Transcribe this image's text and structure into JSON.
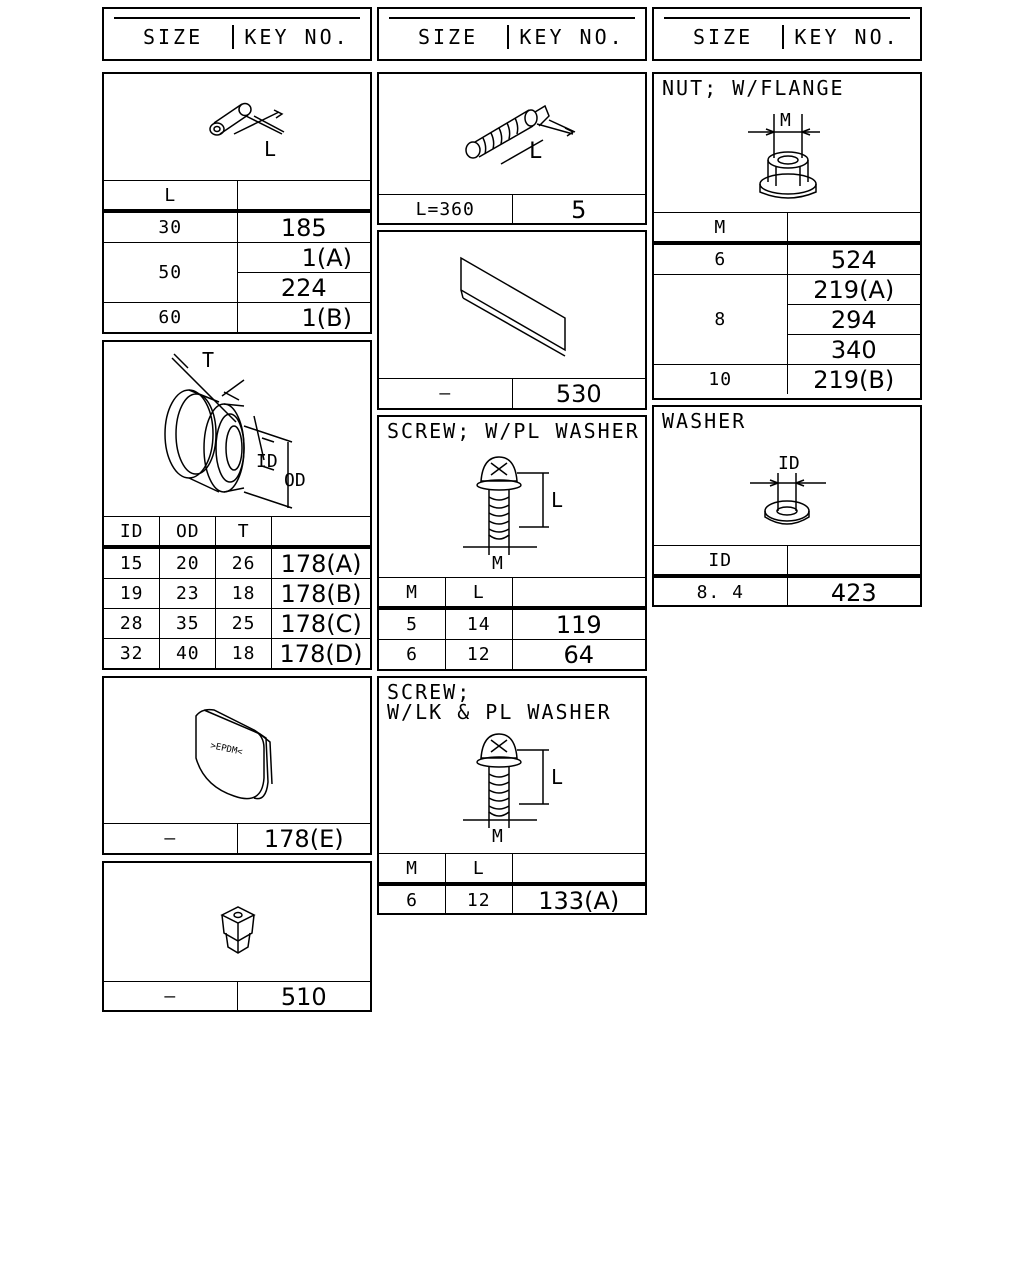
{
  "headers": {
    "col1": {
      "size": "SIZE",
      "key": "KEY NO."
    },
    "col2": {
      "size": "SIZE",
      "key": "KEY NO."
    },
    "col3": {
      "size": "SIZE",
      "key": "KEY NO."
    }
  },
  "spacer": {
    "dim_label": "L",
    "col_header": "L",
    "rows": [
      {
        "l": "30",
        "key": "185"
      },
      {
        "l": "50",
        "key": "1(A)"
      },
      {
        "l": "",
        "key": "224"
      },
      {
        "l": "60",
        "key": "1(B)"
      }
    ]
  },
  "grommet": {
    "dims": {
      "t": "T",
      "id": "ID",
      "od": "OD"
    },
    "headers": [
      "ID",
      "OD",
      "T",
      ""
    ],
    "rows": [
      [
        "15",
        "20",
        "26",
        "178(A)"
      ],
      [
        "19",
        "23",
        "18",
        "178(B)"
      ],
      [
        "28",
        "35",
        "25",
        "178(C)"
      ],
      [
        "32",
        "40",
        "18",
        "178(D)"
      ]
    ]
  },
  "cap": {
    "marking": ">EPDM<",
    "size": "–",
    "key": "178(E)"
  },
  "clip": {
    "size": "–",
    "key": "510"
  },
  "pin": {
    "dim_label": "L",
    "size": "L=360",
    "key": "5"
  },
  "pad": {
    "size": "–",
    "key": "530"
  },
  "screw_pl": {
    "title": "SCREW; W/PL WASHER",
    "dims": {
      "l": "L",
      "m": "M"
    },
    "headers": [
      "M",
      "L",
      ""
    ],
    "rows": [
      [
        "5",
        "14",
        "119"
      ],
      [
        "6",
        "12",
        "64"
      ]
    ]
  },
  "screw_lk": {
    "title": "SCREW;\nW/LK & PL WASHER",
    "dims": {
      "l": "L",
      "m": "M"
    },
    "headers": [
      "M",
      "L",
      ""
    ],
    "rows": [
      [
        "6",
        "12",
        "133(A)"
      ]
    ]
  },
  "nut": {
    "title": "NUT; W/FLANGE",
    "dim_label": "M",
    "header": "M",
    "rows": [
      {
        "m": "6",
        "key": "524"
      },
      {
        "m": "8",
        "key": "219(A)"
      },
      {
        "m": "",
        "key": "294"
      },
      {
        "m": "",
        "key": "340"
      },
      {
        "m": "10",
        "key": "219(B)"
      }
    ]
  },
  "washer": {
    "title": "WASHER",
    "dim_label": "ID",
    "header": "ID",
    "rows": [
      {
        "id": "8. 4",
        "key": "423"
      }
    ]
  }
}
